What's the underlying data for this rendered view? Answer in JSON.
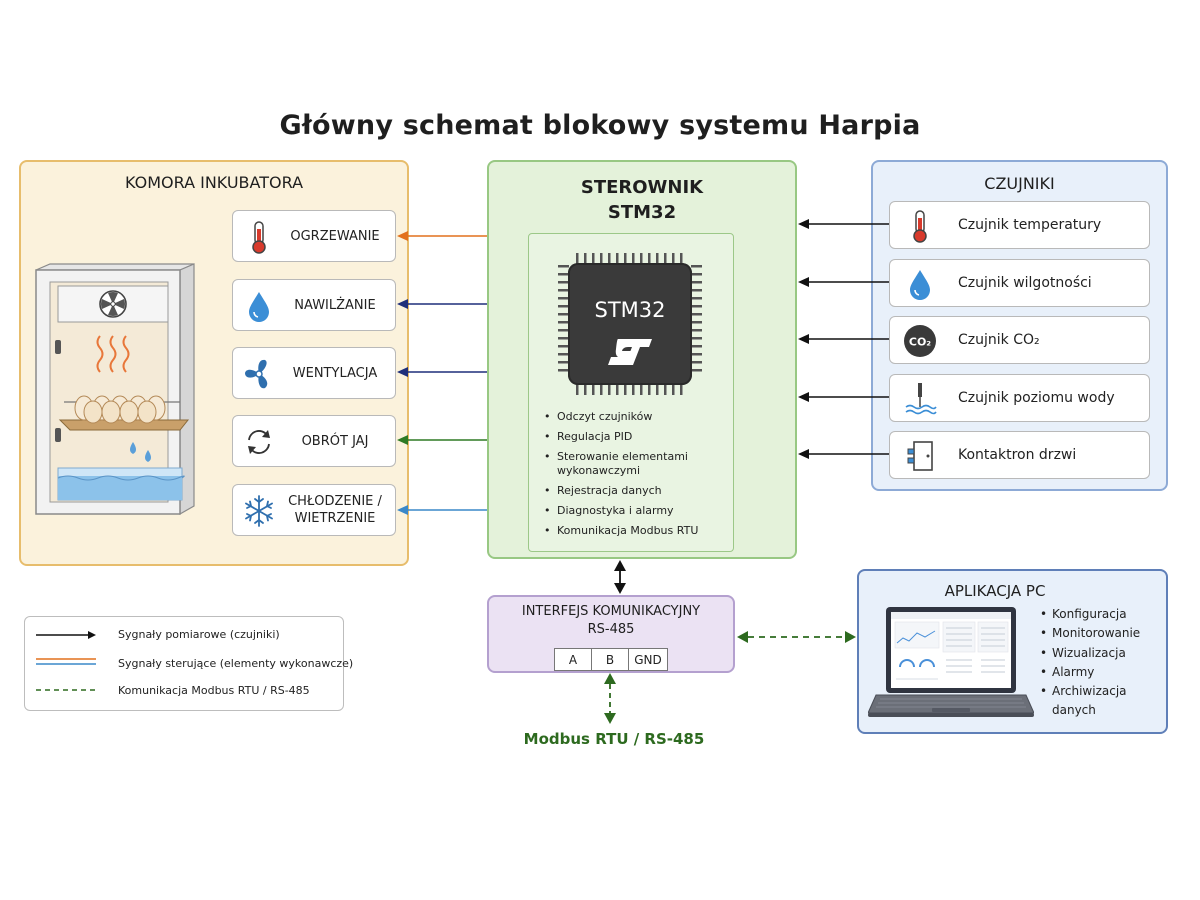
{
  "title": "Główny schemat blokowy systemu Harpia",
  "komora": {
    "title": "KOMORA INKUBATORA",
    "actuators": [
      {
        "label": "OGRZEWANIE",
        "icon": "thermometer-icon",
        "color": "#e2711d"
      },
      {
        "label": "NAWILŻANIE",
        "icon": "water-drop-icon",
        "color": "#1f2f7a"
      },
      {
        "label": "WENTYLACJA",
        "icon": "propeller-fan-icon",
        "color": "#1f2f7a"
      },
      {
        "label": "OBRÓT JAJ",
        "icon": "rotate-arrows-icon",
        "color": "#2e7a24"
      },
      {
        "label": "CHŁODZENIE /\nWIETRZENIE",
        "icon": "snowflake-icon",
        "color": "#3a88c9"
      }
    ]
  },
  "sterownik": {
    "title": "STEROWNIK\nSTM32",
    "chip_label": "STM32",
    "functions": [
      "Odczyt czujników",
      "Regulacja PID",
      "Sterowanie elementami wykonawczymi",
      "Rejestracja danych",
      "Diagnostyka i alarmy",
      "Komunikacja Modbus RTU"
    ]
  },
  "czujniki": {
    "title": "CZUJNIKI",
    "items": [
      {
        "label": "Czujnik temperatury",
        "icon": "thermometer-icon"
      },
      {
        "label": "Czujnik wilgotności",
        "icon": "water-drop-icon"
      },
      {
        "label": "Czujnik CO₂",
        "icon": "co2-icon",
        "icon_text": "CO₂"
      },
      {
        "label": "Czujnik poziomu wody",
        "icon": "water-level-probe-icon"
      },
      {
        "label": "Kontaktron drzwi",
        "icon": "door-switch-icon"
      }
    ]
  },
  "interfejs": {
    "title": "INTERFEJS KOMUNIKACYJNY\nRS-485",
    "terminals": [
      "A",
      "B",
      "GND"
    ]
  },
  "modbus_label": "Modbus RTU / RS-485",
  "aplikacja": {
    "title": "APLIKACJA PC",
    "items": [
      "Konfiguracja",
      "Monitorowanie",
      "Wizualizacja",
      "Alarmy",
      "Archiwizacja danych"
    ]
  },
  "legend": [
    {
      "label": "Sygnały pomiarowe (czujniki)",
      "style": "solid-arrow",
      "color": "#111111"
    },
    {
      "label": "Sygnały sterujące (elementy wykonawcze)",
      "style": "solid",
      "colors": [
        "#e2711d",
        "#3a88c9"
      ]
    },
    {
      "label": "Komunikacja Modbus RTU / RS-485",
      "style": "dashed",
      "color": "#2d6a1f"
    }
  ],
  "colors": {
    "komora_bg": "#fbf2dc",
    "sterownik_bg": "#e4f2da",
    "czujniki_bg": "#e8f0fa",
    "interfejs_bg": "#ebe2f3",
    "modbus_green": "#2d6a1f"
  }
}
